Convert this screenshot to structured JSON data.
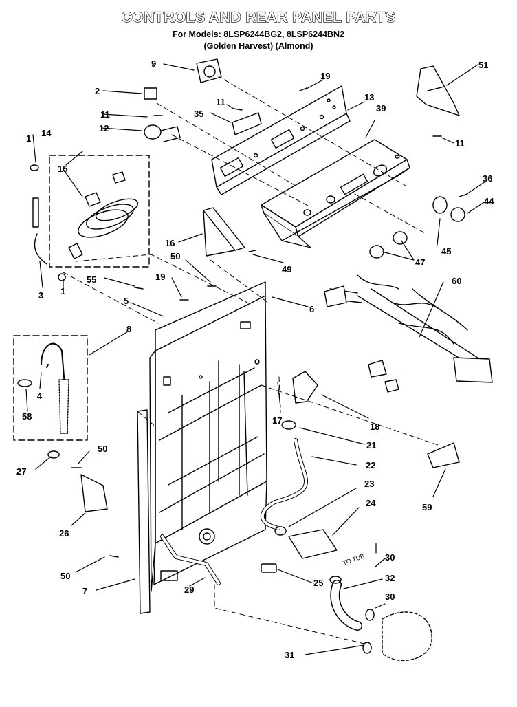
{
  "title": "CONTROLS AND REAR PANEL PARTS",
  "models_line": "For Models: 8LSP6244BG2, 8LSP6244BN2",
  "colors_line": "(Golden Harvest) (Almond)",
  "tub_label": "TO TUB",
  "callouts": [
    {
      "id": "c9",
      "label": "9"
    },
    {
      "id": "c19a",
      "label": "19"
    },
    {
      "id": "c51",
      "label": "51"
    },
    {
      "id": "c2",
      "label": "2"
    },
    {
      "id": "c11a",
      "label": "11"
    },
    {
      "id": "c13",
      "label": "13"
    },
    {
      "id": "c39",
      "label": "39"
    },
    {
      "id": "c11b",
      "label": "11"
    },
    {
      "id": "c35",
      "label": "35"
    },
    {
      "id": "c12",
      "label": "12"
    },
    {
      "id": "c11c",
      "label": "11"
    },
    {
      "id": "c1a",
      "label": "1"
    },
    {
      "id": "c14",
      "label": "14"
    },
    {
      "id": "c36",
      "label": "36"
    },
    {
      "id": "c44",
      "label": "44"
    },
    {
      "id": "c15",
      "label": "15"
    },
    {
      "id": "c16",
      "label": "16"
    },
    {
      "id": "c45",
      "label": "45"
    },
    {
      "id": "c47",
      "label": "47"
    },
    {
      "id": "c50a",
      "label": "50"
    },
    {
      "id": "c49",
      "label": "49"
    },
    {
      "id": "c60",
      "label": "60"
    },
    {
      "id": "c3",
      "label": "3"
    },
    {
      "id": "c1b",
      "label": "1"
    },
    {
      "id": "c55",
      "label": "55"
    },
    {
      "id": "c19b",
      "label": "19"
    },
    {
      "id": "c5",
      "label": "5"
    },
    {
      "id": "c6",
      "label": "6"
    },
    {
      "id": "c8",
      "label": "8"
    },
    {
      "id": "c4",
      "label": "4"
    },
    {
      "id": "c58",
      "label": "58"
    },
    {
      "id": "c17",
      "label": "17"
    },
    {
      "id": "c18",
      "label": "18"
    },
    {
      "id": "c21",
      "label": "21"
    },
    {
      "id": "c22",
      "label": "22"
    },
    {
      "id": "c50b",
      "label": "50"
    },
    {
      "id": "c27",
      "label": "27"
    },
    {
      "id": "c59",
      "label": "59"
    },
    {
      "id": "c23",
      "label": "23"
    },
    {
      "id": "c24",
      "label": "24"
    },
    {
      "id": "c26",
      "label": "26"
    },
    {
      "id": "c30a",
      "label": "30"
    },
    {
      "id": "c50c",
      "label": "50"
    },
    {
      "id": "c25",
      "label": "25"
    },
    {
      "id": "c32",
      "label": "32"
    },
    {
      "id": "c7",
      "label": "7"
    },
    {
      "id": "c29",
      "label": "29"
    },
    {
      "id": "c30b",
      "label": "30"
    },
    {
      "id": "c31",
      "label": "31"
    }
  ]
}
